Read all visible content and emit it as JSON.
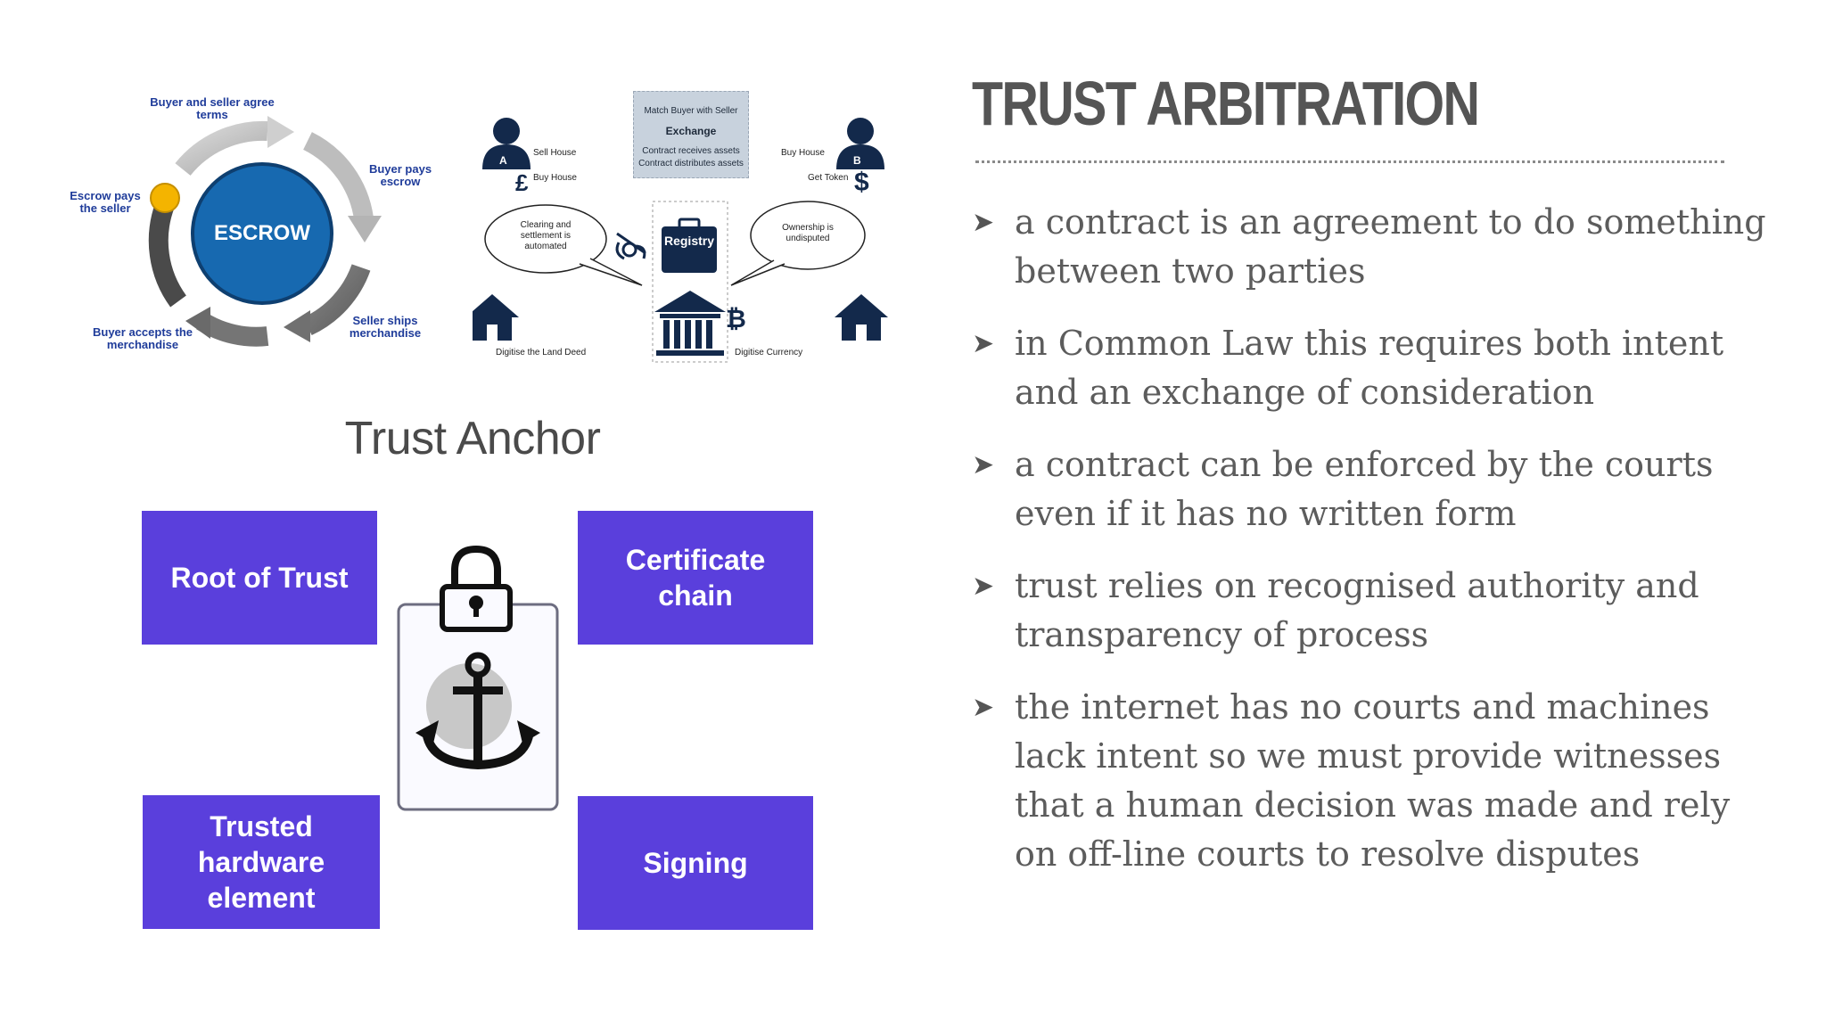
{
  "escrow": {
    "center": "ESCROW",
    "steps": [
      "Buyer and seller agree terms",
      "Buyer pays escrow",
      "Seller ships merchandise",
      "Buyer accepts the merchandise",
      "Escrow pays the seller"
    ],
    "colors": {
      "circle": "#1769b0",
      "arrows": "#9a9a9a",
      "dot": "#f4b400",
      "text": "#1f3c9a"
    }
  },
  "exchange": {
    "box_title": "Match Buyer with Seller",
    "box_name": "Exchange",
    "box_line1": "Contract receives assets",
    "box_line2": "Contract distributes assets",
    "person_a": "A",
    "person_b": "B",
    "sell_house": "Sell House",
    "buy_house_left": "Buy House",
    "buy_house_right": "Buy House",
    "get_token": "Get Token",
    "pound": "£",
    "dollar": "$",
    "bubble_left": "Clearing and settlement is automated",
    "bubble_right": "Ownership is undisputed",
    "registry": "Registry",
    "bitcoin": "₿",
    "digitise_deed": "Digitise the Land Deed",
    "digitise_currency": "Digitise Currency"
  },
  "trust_anchor": {
    "title": "Trust Anchor",
    "root_of_trust": "Root of Trust",
    "certificate_chain_line1": "Certificate",
    "certificate_chain_line2": "chain",
    "trusted_line1": "Trusted",
    "trusted_line2": "hardware",
    "trusted_line3": "element",
    "signing": "Signing",
    "box_color": "#5a3fdc"
  },
  "slide": {
    "title": "TRUST ARBITRATION",
    "bullets": [
      "a contract is an agreement to do something between two parties",
      "in Common Law this requires both intent and an exchange of consideration",
      "a contract can be enforced by the courts even if it has no written form",
      "trust relies on recognised authority and transparency of process",
      "the internet has no courts and machines lack intent so we must provide witnesses that a human decision was made and rely on off-line courts to resolve disputes"
    ]
  }
}
